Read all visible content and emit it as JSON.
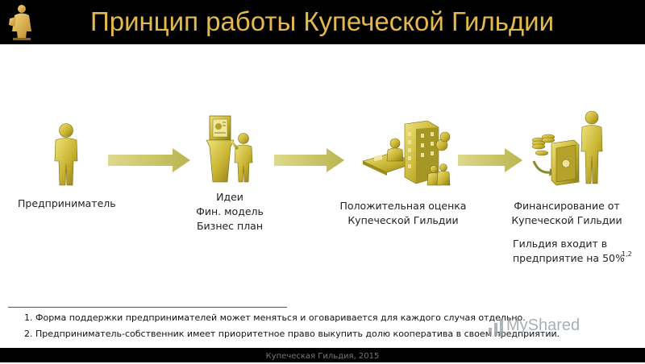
{
  "header": {
    "title": "Принцип работы Купеческой Гильдии",
    "title_color": "#e3b94d",
    "logo_icon": "merchant-statue-logo-icon"
  },
  "steps": [
    {
      "label": "Предприниматель",
      "icon": "entrepreneur-person-icon"
    },
    {
      "label_lines": [
        "Идеи",
        "Фин. модель",
        "Бизнес план"
      ],
      "icon": "presenter-at-board-icon"
    },
    {
      "label_lines": [
        "Положительная оценка",
        "Купеческой Гильдии"
      ],
      "icon": "office-evaluation-icon"
    },
    {
      "label_lines": [
        "Финансирование от",
        "Купеческой Гильдии"
      ],
      "icon": "safe-money-person-icon"
    }
  ],
  "arrow_icon": "right-arrow-icon",
  "guild_share": {
    "lines": [
      "Гильдия входит в",
      "предприятие на 50%"
    ],
    "footnote_ref": "1,2"
  },
  "footnotes": [
    "1. Форма поддержки предпринимателей может меняться и оговаривается для каждого случая отдельно.",
    "2. Предприниматель-собственник имеет приоритетное право выкупить долю кооператива в своем предприятии."
  ],
  "watermark": "MyShared",
  "footer": "Купеческая Гильдия, 2015",
  "colors": {
    "figure": "#c8b432",
    "arrow": "#c9c86a",
    "background": "#ffffff",
    "bar": "#000000"
  }
}
